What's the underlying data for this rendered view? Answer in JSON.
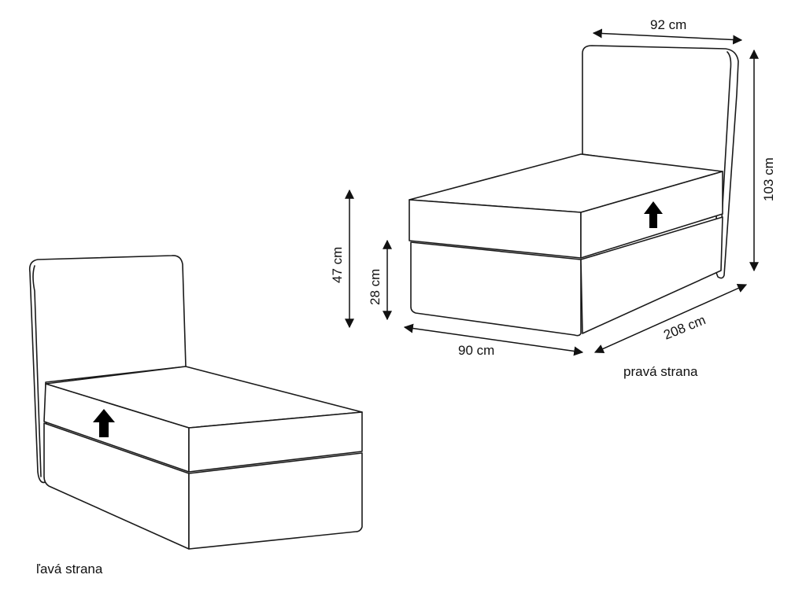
{
  "dimensions": {
    "width": "92 cm",
    "height": "103 cm",
    "total_height": "47 cm",
    "base_height": "28 cm",
    "bed_width": "90 cm",
    "length": "208 cm"
  },
  "captions": {
    "right": "pravá strana",
    "left": "ľavá strana"
  },
  "icons": {
    "lift": "up-arrow-icon",
    "dimension": "double-headed-arrow-icon"
  },
  "colors": {
    "line": "#1a1a1a",
    "background": "#ffffff"
  }
}
